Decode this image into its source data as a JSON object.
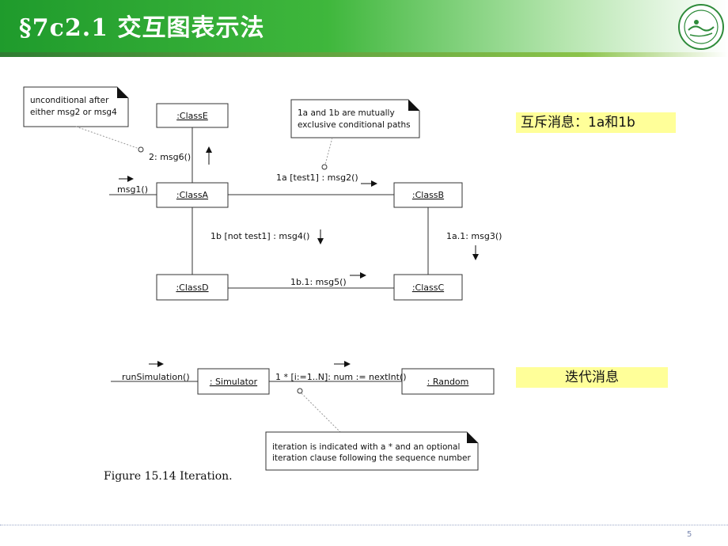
{
  "slide": {
    "title": "§7c2.1  交互图表示法",
    "page_number": "5"
  },
  "callouts": {
    "exclusive": "互斥消息：1a和1b",
    "iteration": "迭代消息"
  },
  "diagram1": {
    "classes": {
      "class_e": ":ClassE",
      "class_a": ":ClassA",
      "class_b": ":ClassB",
      "class_c": ":ClassC",
      "class_d": ":ClassD"
    },
    "notes": {
      "unconditional": [
        "unconditional after",
        "either msg2 or msg4"
      ],
      "exclusive": [
        "1a and 1b are mutually",
        "exclusive conditional paths"
      ]
    },
    "messages": {
      "msg1": "msg1()",
      "msg6": "2: msg6()",
      "msg2": "1a [test1] :  msg2()",
      "msg4": "1b [not test1] : msg4()",
      "msg3": "1a.1: msg3()",
      "msg5": "1b.1: msg5()"
    }
  },
  "diagram2": {
    "objects": {
      "simulator": ": Simulator",
      "random": ": Random"
    },
    "messages": {
      "run": "runSimulation()",
      "next": "1 * [i:=1..N]: num := nextInt()"
    },
    "note": [
      "iteration is indicated with a * and an optional",
      "iteration clause following the sequence number"
    ],
    "caption": "Figure 15.14 Iteration."
  }
}
